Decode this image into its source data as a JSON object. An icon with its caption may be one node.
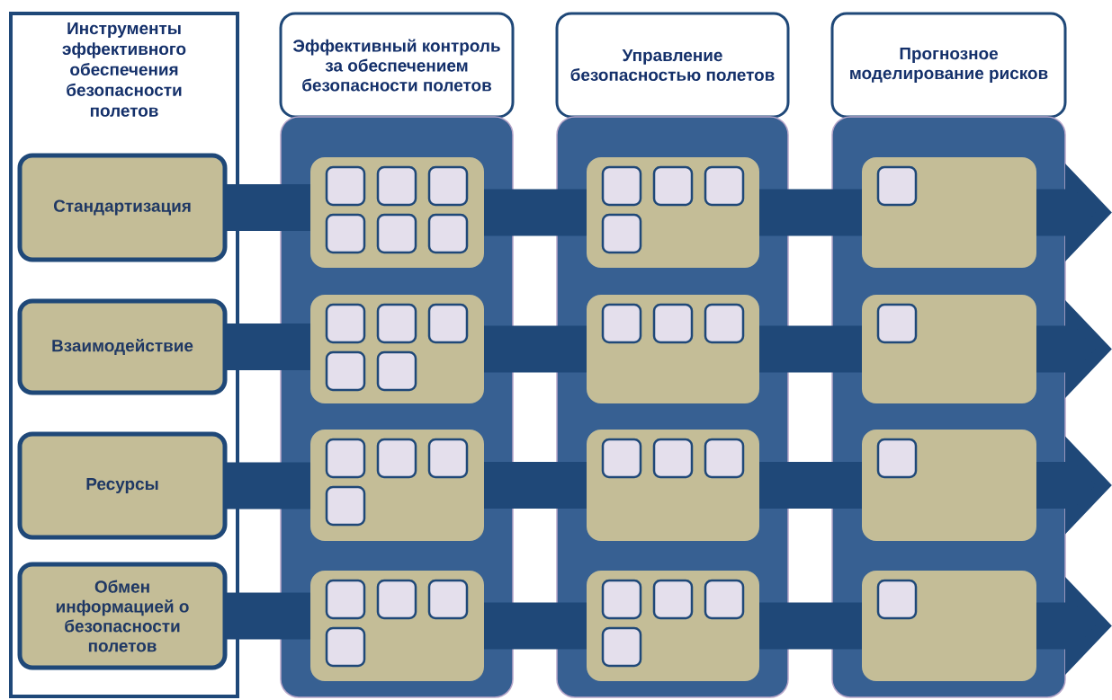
{
  "diagram": {
    "nodes": [
      {
        "text": [
          "Инструменты эффективного обеспечения безопасности полетов"
        ]
      },
      {
        "text": [
          "Стандартизация"
        ],
        "in": 0
      },
      {
        "text": [
          "Взаимодействие"
        ],
        "in": 0
      },
      {
        "text": [
          "Ресурсы"
        ],
        "in": 0
      },
      {
        "text": [
          "Обмен информацией о безопасности полетов"
        ],
        "in": 0
      },
      {
        "text": [
          "Эффективный контроль за обеспечением безопасности полетов"
        ]
      },
      {
        "text": [],
        "shape": "box"
      },
      {
        "text": [],
        "shape": "box",
        "in": 6
      },
      {
        "text": [],
        "shape": "box",
        "in": 7
      },
      {
        "text": [],
        "shape": "box",
        "in": 7
      },
      {
        "text": [],
        "shape": "box",
        "in": 7
      },
      {
        "text": [],
        "shape": "box",
        "in": 7
      },
      {
        "text": [],
        "shape": "box",
        "in": 7
      },
      {
        "text": [],
        "shape": "box",
        "in": 7
      },
      {
        "text": [],
        "shape": "box",
        "in": 6
      },
      {
        "text": [],
        "shape": "box",
        "in": 14
      },
      {
        "text": [],
        "shape": "box",
        "in": 14
      },
      {
        "text": [],
        "shape": "box",
        "in": 14
      },
      {
        "text": [],
        "shape": "box",
        "in": 14
      },
      {
        "text": [],
        "shape": "box",
        "in": 14
      },
      {
        "text": [],
        "shape": "box",
        "in": 6
      },
      {
        "text": [],
        "shape": "box",
        "in": 20
      },
      {
        "text": [],
        "shape": "box",
        "in": 20
      },
      {
        "text": [],
        "shape": "box",
        "in": 20
      },
      {
        "text": [],
        "shape": "box",
        "in": 20
      },
      {
        "text": [],
        "shape": "box",
        "in": 6
      },
      {
        "text": [],
        "shape": "box",
        "in": 25
      },
      {
        "text": [],
        "shape": "box",
        "in": 25
      },
      {
        "text": [],
        "shape": "box",
        "in": 25
      },
      {
        "text": [],
        "shape": "box",
        "in": 25
      },
      {
        "text": [
          "Управление безопасностью полетов"
        ]
      },
      {
        "text": [],
        "shape": "box"
      },
      {
        "text": [],
        "shape": "box",
        "in": 31
      },
      {
        "text": [],
        "shape": "box",
        "in": 32
      },
      {
        "text": [],
        "shape": "box",
        "in": 32
      },
      {
        "text": [],
        "shape": "box",
        "in": 32
      },
      {
        "text": [],
        "shape": "box",
        "in": 32
      },
      {
        "text": [],
        "shape": "box",
        "in": 31
      },
      {
        "text": [],
        "shape": "box",
        "in": 37
      },
      {
        "text": [],
        "shape": "box",
        "in": 37
      },
      {
        "text": [],
        "shape": "box",
        "in": 37
      },
      {
        "text": [],
        "shape": "box",
        "in": 31
      },
      {
        "text": [],
        "shape": "box",
        "in": 41
      },
      {
        "text": [],
        "shape": "box",
        "in": 41
      },
      {
        "text": [],
        "shape": "box",
        "in": 41
      },
      {
        "text": [],
        "shape": "box",
        "in": 31
      },
      {
        "text": [],
        "shape": "box",
        "in": 45
      },
      {
        "text": [],
        "shape": "box",
        "in": 45
      },
      {
        "text": [],
        "shape": "box",
        "in": 45
      },
      {
        "text": [],
        "shape": "box",
        "in": 45
      },
      {
        "text": [
          "Прогнозное моделирование рисков"
        ]
      },
      {
        "text": [],
        "shape": "box"
      },
      {
        "text": [],
        "shape": "box",
        "in": 51
      },
      {
        "text": [],
        "shape": "box",
        "in": 52
      },
      {
        "text": [],
        "shape": "box",
        "in": 51
      },
      {
        "text": [],
        "shape": "box",
        "in": 54
      },
      {
        "text": [],
        "shape": "box",
        "in": 51
      },
      {
        "text": [],
        "shape": "box",
        "in": 56
      },
      {
        "text": [],
        "shape": "box",
        "in": 51
      },
      {
        "text": [],
        "shape": "box",
        "in": 58
      }
    ],
    "edges": [
      {
        "from": 1,
        "to": 7,
        "arrow": "none"
      },
      {
        "from": 7,
        "to": 32,
        "arrow": "none"
      },
      {
        "from": 32,
        "to": 52,
        "arrow": "none"
      },
      {
        "from": 52,
        "to": null,
        "arrow": "to"
      },
      {
        "from": 2,
        "to": 14,
        "arrow": "none"
      },
      {
        "from": 14,
        "to": 37,
        "arrow": "none"
      },
      {
        "from": 37,
        "to": 54,
        "arrow": "none"
      },
      {
        "from": 54,
        "to": null,
        "arrow": "to"
      },
      {
        "from": 3,
        "to": 20,
        "arrow": "none"
      },
      {
        "from": 20,
        "to": 41,
        "arrow": "none"
      },
      {
        "from": 41,
        "to": 56,
        "arrow": "none"
      },
      {
        "from": 56,
        "to": null,
        "arrow": "to"
      },
      {
        "from": 4,
        "to": 25,
        "arrow": "none"
      },
      {
        "from": 25,
        "to": 45,
        "arrow": "none"
      },
      {
        "from": 45,
        "to": 58,
        "arrow": "none"
      },
      {
        "from": 58,
        "to": null,
        "arrow": "to"
      }
    ]
  }
}
